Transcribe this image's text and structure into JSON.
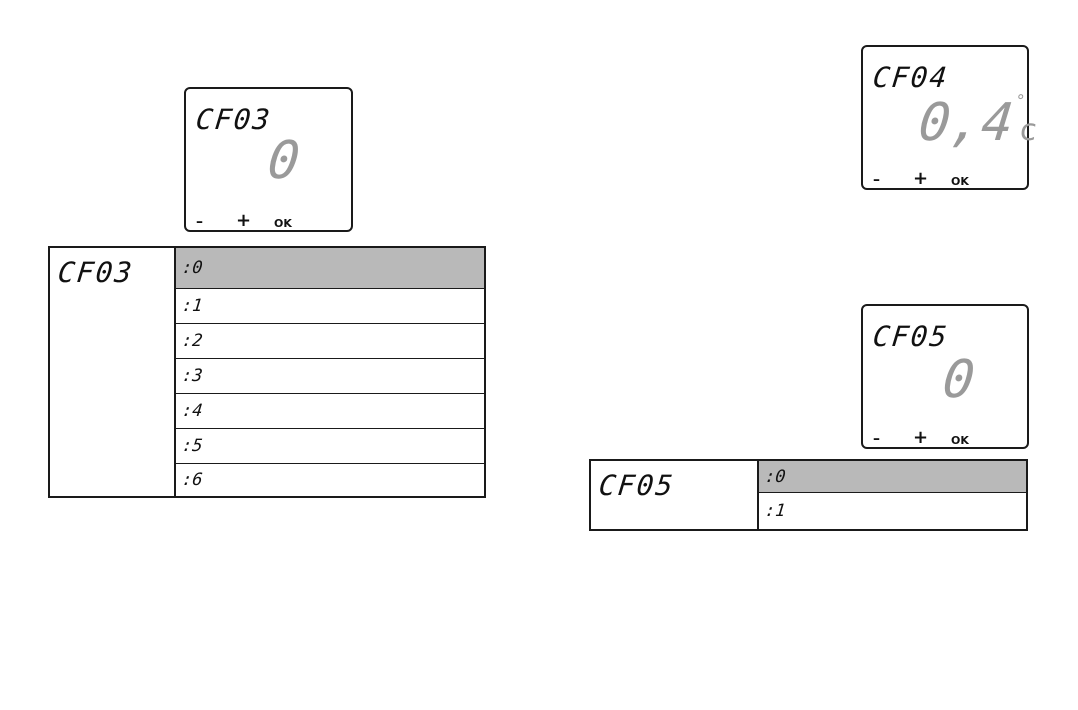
{
  "lcd_cf03": {
    "code": "CF03",
    "value": "0",
    "buttons": {
      "minus": "–",
      "plus": "+",
      "ok": "OK"
    }
  },
  "table_cf03": {
    "code": "CF03",
    "options": [
      ":0",
      ":1",
      ":2",
      ":3",
      ":4",
      ":5",
      ":6"
    ],
    "selected_index": 0
  },
  "lcd_cf04": {
    "code": "CF04",
    "value": "0,4",
    "unit": "c",
    "degree": "°",
    "buttons": {
      "minus": "–",
      "plus": "+",
      "ok": "OK"
    }
  },
  "lcd_cf05": {
    "code": "CF05",
    "value": "0",
    "buttons": {
      "minus": "–",
      "plus": "+",
      "ok": "OK"
    }
  },
  "table_cf05": {
    "code": "CF05",
    "options": [
      ":0",
      ":1"
    ],
    "selected_index": 0
  },
  "colors": {
    "border": "#1a1a1a",
    "selected_row": "#b9b9b9",
    "lcd_value": "#9a9a9a"
  }
}
